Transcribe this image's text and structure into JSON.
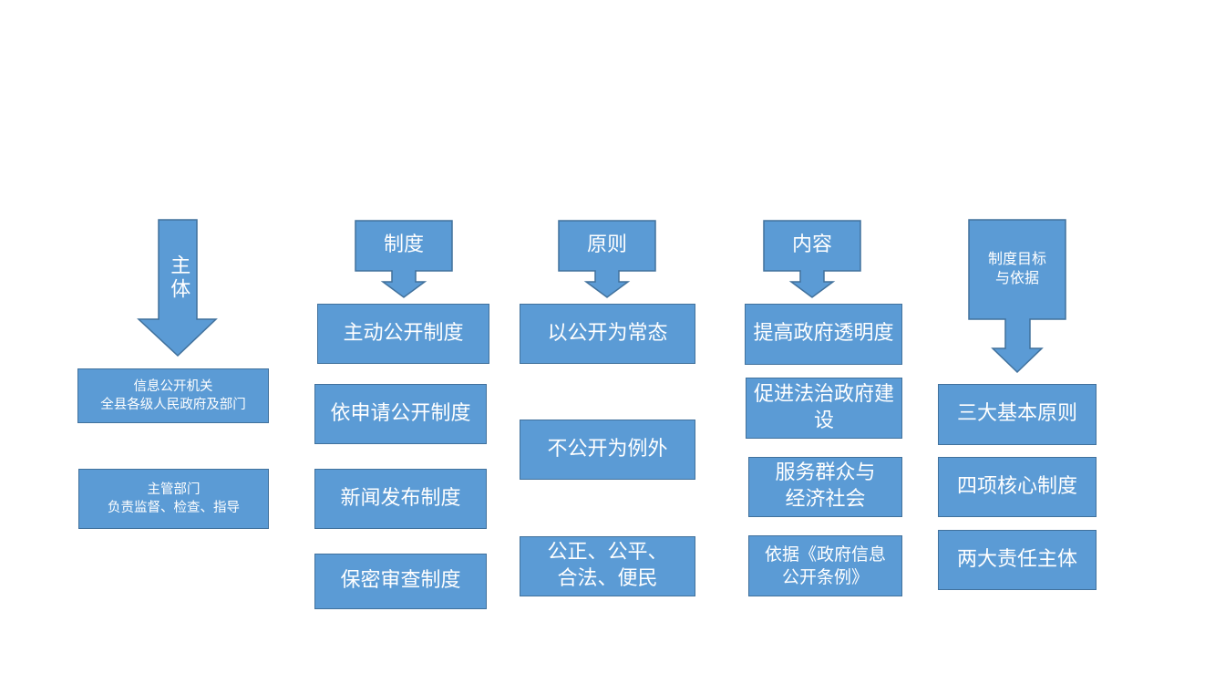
{
  "colors": {
    "fill": "#5b9bd5",
    "border": "#41719c",
    "text": "#ffffff"
  },
  "columns": {
    "subject": {
      "header": "主体",
      "items": [
        {
          "line1": "信息公开机关",
          "line2": "全县各级人民政府及部门"
        },
        {
          "line1": "主管部门",
          "line2": "负责监督、检查、指导"
        }
      ]
    },
    "system": {
      "header": "制度",
      "items": [
        "主动公开制度",
        "依申请公开制度",
        "新闻发布制度",
        "保密审查制度"
      ]
    },
    "principle": {
      "header": "原则",
      "items": [
        "以公开为常态",
        "不公开为例外",
        "公正、公平、合法、便民"
      ]
    },
    "content": {
      "header": "内容",
      "items": [
        "提高政府透明度",
        "促进法治政府建设",
        "服务群众与经济社会",
        "依据《政府信息公开条例》"
      ]
    },
    "goal": {
      "header": "制度目标与依据",
      "items": [
        "三大基本原则",
        "四项核心制度",
        "两大责任主体"
      ]
    }
  }
}
